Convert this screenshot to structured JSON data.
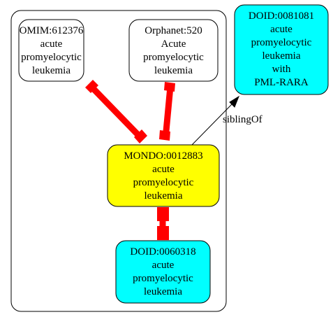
{
  "graph": {
    "nodes": [
      {
        "id": "omim",
        "name": "node-omim-612376",
        "lines": [
          "OMIM:612376",
          "acute",
          "promyelocytic",
          "leukemia"
        ],
        "fill": "#ffffff"
      },
      {
        "id": "orpha",
        "name": "node-orphanet-520",
        "lines": [
          "Orphanet:520",
          "Acute",
          "promyelocytic",
          "leukemia"
        ],
        "fill": "#ffffff"
      },
      {
        "id": "doid81",
        "name": "node-doid-0081081",
        "lines": [
          "DOID:0081081",
          "acute",
          "promyelocytic",
          "leukemia",
          "with",
          "PML-RARA"
        ],
        "fill": "#00ffff"
      },
      {
        "id": "mondo",
        "name": "node-mondo-0012883",
        "lines": [
          "MONDO:0012883",
          "acute",
          "promyelocytic",
          "leukemia"
        ],
        "fill": "#ffff00"
      },
      {
        "id": "doid60",
        "name": "node-doid-0060318",
        "lines": [
          "DOID:0060318",
          "acute",
          "promyelocytic",
          "leukemia"
        ],
        "fill": "#00ffff"
      }
    ],
    "edges": [
      {
        "id": "e-omim-mondo",
        "from": "omim",
        "to": "mondo",
        "style": "equivalence",
        "label": ""
      },
      {
        "id": "e-orpha-mondo",
        "from": "orpha",
        "to": "mondo",
        "style": "equivalence",
        "label": ""
      },
      {
        "id": "e-mondo-doid60",
        "from": "mondo",
        "to": "doid60",
        "style": "equivalence",
        "label": ""
      },
      {
        "id": "e-mondo-doid81",
        "from": "mondo",
        "to": "doid81",
        "style": "arrow",
        "label": "siblingOf"
      }
    ],
    "colors": {
      "equivalence_edge": "#ff0000",
      "stroke": "#000000"
    }
  }
}
